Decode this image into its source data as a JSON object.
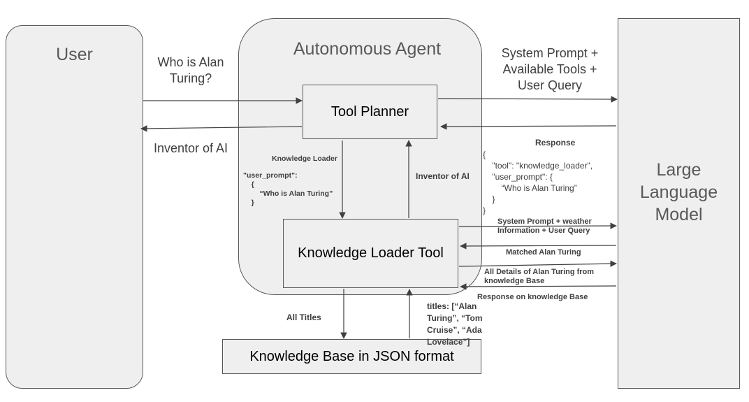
{
  "user": {
    "title": "User"
  },
  "agent": {
    "title": "Autonomous Agent"
  },
  "llm": {
    "title": "Large\nLanguage\nModel"
  },
  "tool_planner": {
    "label": "Tool Planner"
  },
  "knowledge_loader_tool": {
    "label": "Knowledge Loader Tool"
  },
  "knowledge_base": {
    "label": "Knowledge Base in JSON format"
  },
  "edges": {
    "user_query": "Who is Alan\nTuring?",
    "answer_to_user": "Inventor of AI",
    "system_prompt_tools_query": "System Prompt +\nAvailable Tools +\nUser Query",
    "response_title": "Response",
    "response_json": "{\n    \"tool\": \"knowledge_loader\",\n    \"user_prompt\": {\n        “Who is Alan Turing”\n    }\n}",
    "planner_to_loader_title": "Knowledge Loader",
    "planner_to_loader_json": "\"user_prompt\":\n    {\n        “Who is Alan Turing”\n    }",
    "loader_to_planner": "Inventor of AI",
    "weather_prompt": "System Prompt + weather\nInformation + User Query",
    "matched": "Matched Alan Turing",
    "all_details": "All Details of Alan Turing from\nknowledge Base",
    "response_kb": "Response on knowledge Base",
    "all_titles": "All Titles",
    "titles_list": "titles: [“Alan\nTuring”, “Tom\nCruise”, “Ada\nLovelace”]"
  },
  "colors": {
    "box_fill": "#efefef",
    "border": "#595959",
    "arrow": "#404040"
  }
}
